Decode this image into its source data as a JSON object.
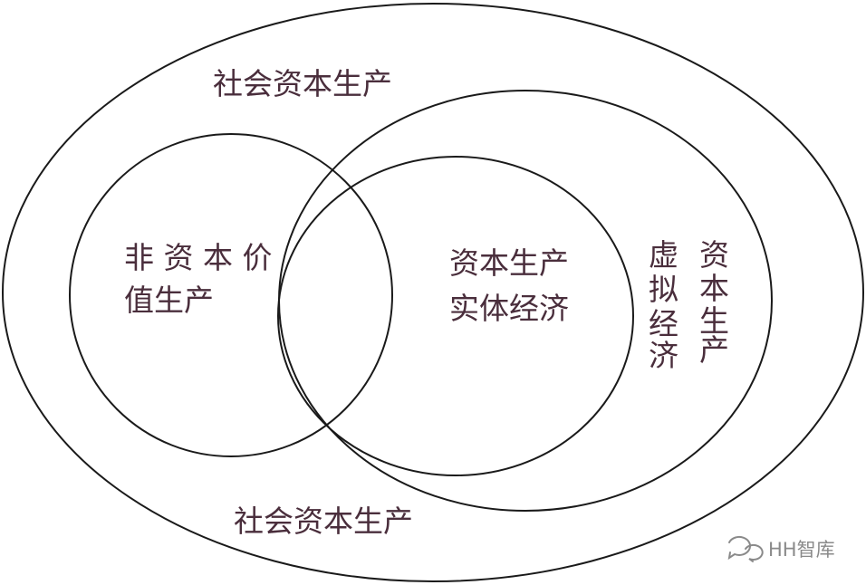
{
  "diagram": {
    "labels": {
      "outer_top": "社会资本生产",
      "outer_bottom": "社会资本生产",
      "left_line1": "非 资 本 价",
      "left_line2": "值生产",
      "center_line1": "资本生产",
      "center_line2": "实体经济",
      "virtual_col1": [
        "虚",
        "拟",
        "经",
        "济"
      ],
      "virtual_col2": [
        "资",
        "本",
        "生",
        "产"
      ]
    },
    "colors": {
      "stroke": "#1a1a1a",
      "text": "#4a2e3c",
      "watermark": "#8a8a8a"
    }
  },
  "watermark": {
    "text": "HH智库",
    "icon": "wechat-logo-icon"
  }
}
